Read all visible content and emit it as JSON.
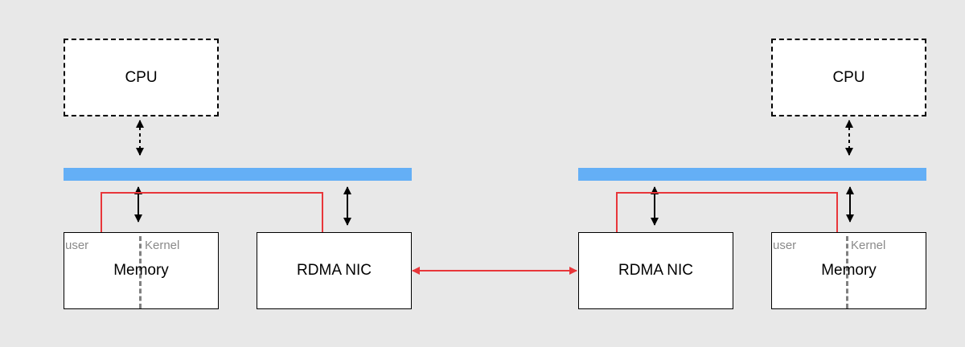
{
  "left_host": {
    "cpu_label": "CPU",
    "memory_label": "Memory",
    "memory_user_label": "user",
    "memory_kernel_label": "Kernel",
    "nic_label": "RDMA NIC"
  },
  "right_host": {
    "cpu_label": "CPU",
    "memory_label": "Memory",
    "memory_user_label": "user",
    "memory_kernel_label": "Kernel",
    "nic_label": "RDMA NIC"
  },
  "colors": {
    "background": "#e8e8e8",
    "bus": "#64aff6",
    "data_path": "#e8363a",
    "arrow": "#000000",
    "kernel_divider": "#808080"
  }
}
